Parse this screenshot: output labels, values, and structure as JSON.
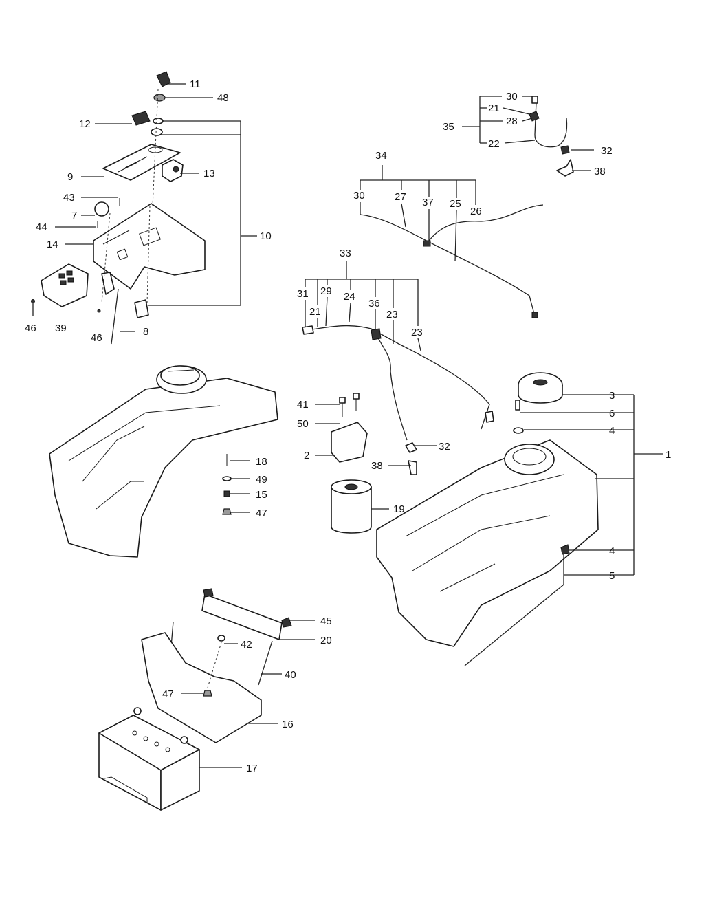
{
  "callouts": {
    "c1": "1",
    "c2": "2",
    "c3": "3",
    "c4a": "4",
    "c4b": "4",
    "c5": "5",
    "c6": "6",
    "c7": "7",
    "c8": "8",
    "c9": "9",
    "c10": "10",
    "c11": "11",
    "c12": "12",
    "c13": "13",
    "c14": "14",
    "c15": "15",
    "c16": "16",
    "c17": "17",
    "c18": "18",
    "c19": "19",
    "c20": "20",
    "c21a": "21",
    "c21b": "21",
    "c22": "22",
    "c23a": "23",
    "c23b": "23",
    "c24": "24",
    "c25": "25",
    "c26": "26",
    "c27": "27",
    "c28": "28",
    "c29": "29",
    "c30a": "30",
    "c30b": "30",
    "c31": "31",
    "c32a": "32",
    "c32b": "32",
    "c33": "33",
    "c34": "34",
    "c35": "35",
    "c36": "36",
    "c37": "37",
    "c38a": "38",
    "c38b": "38",
    "c39": "39",
    "c40": "40",
    "c41": "41",
    "c42": "42",
    "c43": "43",
    "c44": "44",
    "c45": "45",
    "c46a": "46",
    "c46b": "46",
    "c47a": "47",
    "c47b": "47",
    "c48": "48",
    "c49": "49",
    "c50": "50"
  }
}
